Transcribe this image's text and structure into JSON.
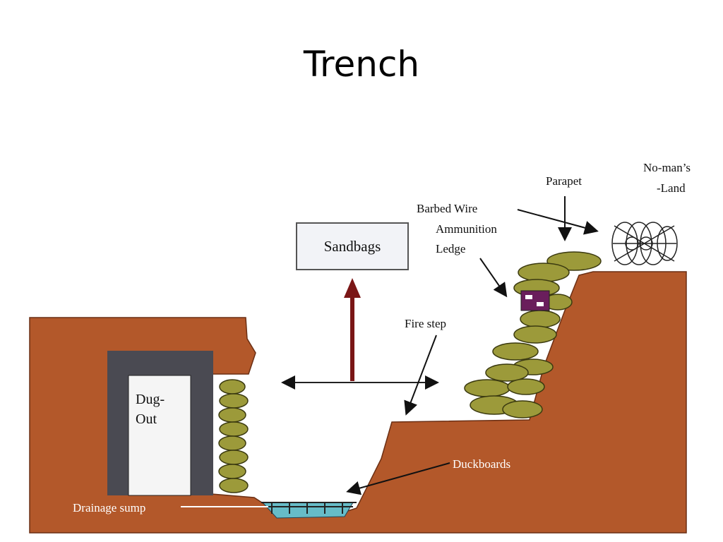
{
  "title": "Trench",
  "labels": {
    "no_mans_land_1": "No-man’s",
    "no_mans_land_2": "-Land",
    "parapet": "Parapet",
    "barbed_wire": "Barbed Wire",
    "ammunition": "Ammunition",
    "ledge": "Ledge",
    "sandbags": "Sandbags",
    "fire_step": "Fire step",
    "dugout_1": "Dug-",
    "dugout_2": "Out",
    "duckboards": "Duckboards",
    "drainage_sump": "Drainage sump"
  },
  "colors": {
    "earth": "#b3582a",
    "dugout_wall": "#4a4a52",
    "sandbag": "#9c9a3a",
    "sandbag_edge": "#3b3a10",
    "ammo": "#6a1e5c",
    "water": "#66bcc8",
    "arrow": "#7a1616",
    "box_fill": "#f2f3f7"
  }
}
